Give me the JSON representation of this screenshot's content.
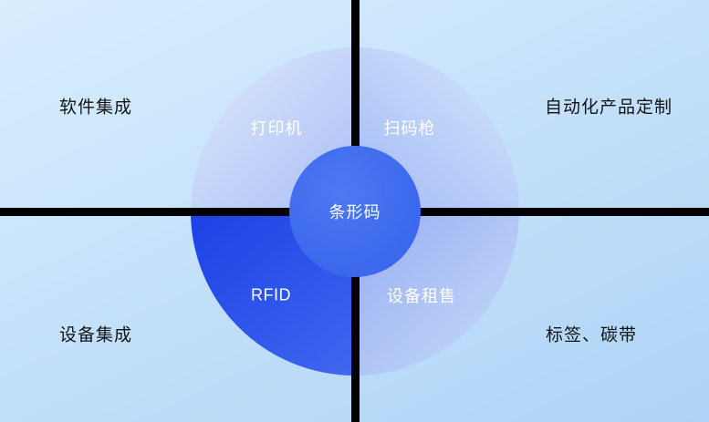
{
  "diagram": {
    "center_label": "条形码",
    "quadrant_labels": {
      "top_left": "打印机",
      "top_right": "扫码枪",
      "bottom_left": "RFID",
      "bottom_right": "设备租售"
    },
    "corner_labels": {
      "top_left": "软件集成",
      "top_right": "自动化产品定制",
      "bottom_left": "设备集成",
      "bottom_right": "标签、碳带"
    },
    "colors": {
      "background_top": "#d9eefe",
      "background_bottom": "#aed3f6",
      "divider": "#000000",
      "center_circle": "#3b68ec",
      "quadrant_top_left": "#aebef5",
      "quadrant_top_right": "#a3baf6",
      "quadrant_bottom_left": "#1c41e5",
      "quadrant_bottom_right": "#96acf1",
      "label_dark": "#141414",
      "label_light": "#ffffff"
    }
  }
}
